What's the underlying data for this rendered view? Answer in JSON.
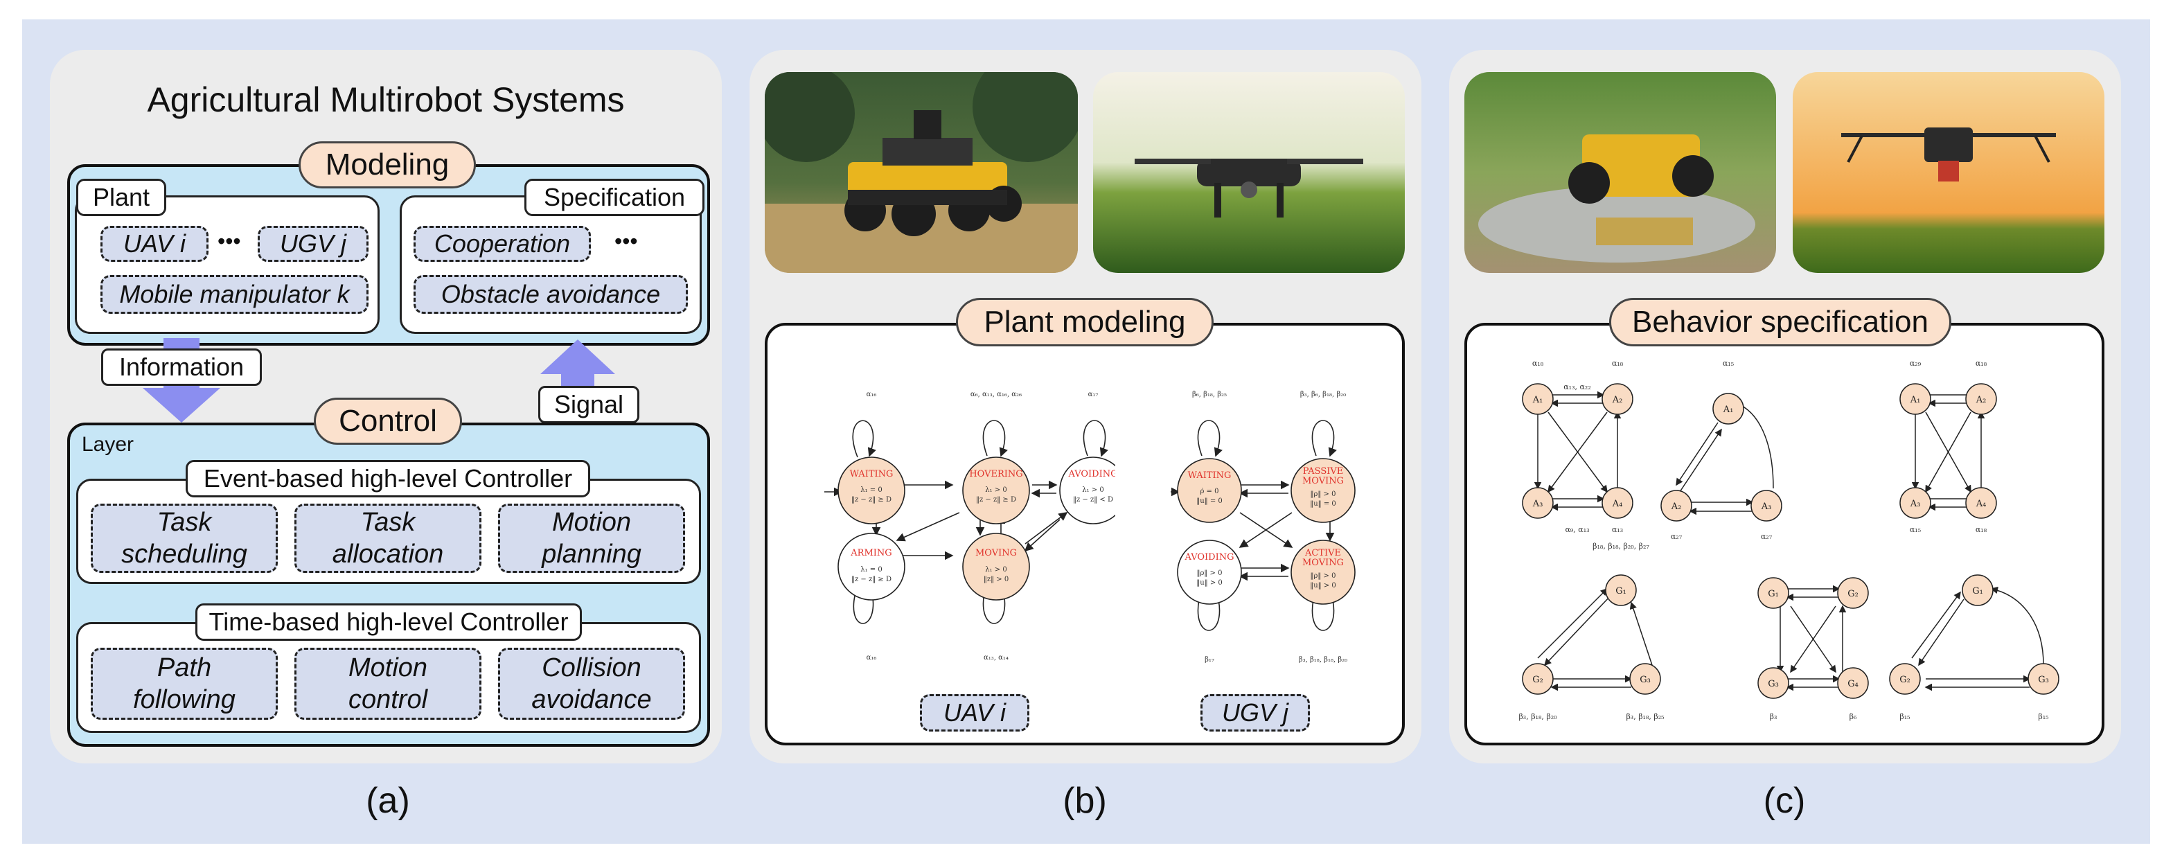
{
  "panel_a": {
    "title": "Agricultural Multirobot Systems",
    "modeling_label": "Modeling",
    "plant": {
      "label": "Plant",
      "uav": "UAV i",
      "dots": "•••",
      "ugv": "UGV j",
      "manipulator": "Mobile manipulator k"
    },
    "specification": {
      "label": "Specification",
      "cooperation": "Cooperation",
      "dots": "•••",
      "obstacle": "Obstacle avoidance"
    },
    "information_label": "Information",
    "signal_label": "Signal",
    "control_label": "Control",
    "layer_label": "Layer",
    "event_controller": {
      "label": "Event-based high-level Controller",
      "items": [
        "Task\nscheduling",
        "Task\nallocation",
        "Motion\nplanning"
      ]
    },
    "time_controller": {
      "label": "Time-based high-level Controller",
      "items": [
        "Path\nfollowing",
        "Motion\ncontrol",
        "Collision\navoidance"
      ]
    },
    "caption": "(a)"
  },
  "panel_b": {
    "title": "Plant modeling",
    "uav_label": "UAV i",
    "ugv_label": "UGV j",
    "uav_states": [
      "WAITING",
      "HOVERING",
      "AVOIDING",
      "ARMING",
      "MOVING"
    ],
    "ugv_states": [
      "WAITING",
      "PASSIVE\nMOVING",
      "AVOIDING",
      "ACTIVE\nMOVING"
    ],
    "caption": "(b)"
  },
  "panel_c": {
    "title": "Behavior specification",
    "caption": "(c)"
  },
  "colors": {
    "outer_background": "#dbe3f3",
    "panel_background": "#ececec",
    "light_blue": "#c7e6f6",
    "pill_fill": "#fbe1cd",
    "dashed_fill": "#d5dcee",
    "state_fill": "#f9dcc4",
    "state_label": "#e0322b",
    "arrow": "#8b8ef0"
  }
}
